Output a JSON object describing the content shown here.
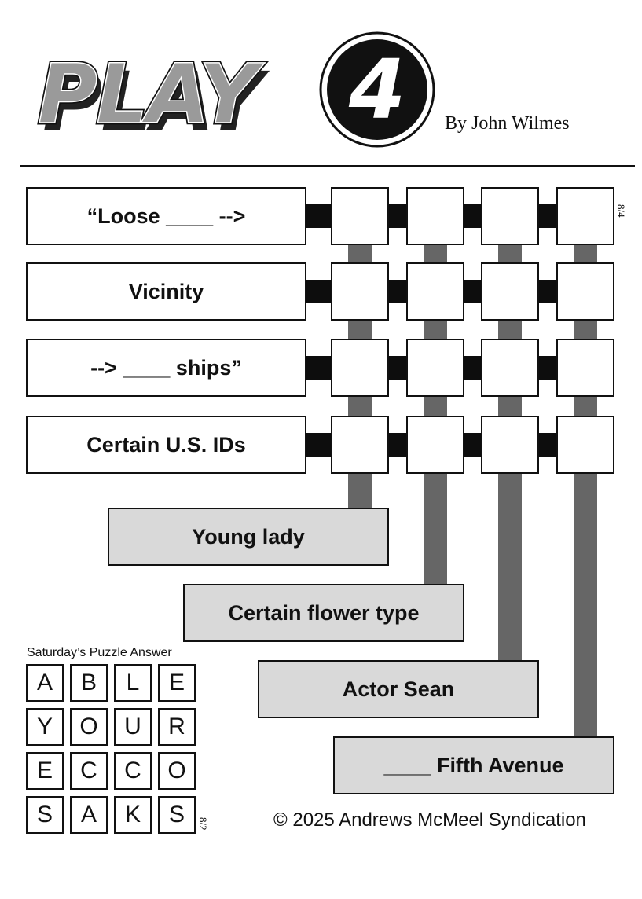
{
  "header": {
    "logo_text": "PLAY4",
    "byline": "By John Wilmes"
  },
  "across_clues": [
    "“Loose ____ -->",
    "Vicinity",
    "--> ____ ships”",
    "Certain U.S. IDs"
  ],
  "down_clues": [
    "Young lady",
    "Certain flower type",
    "Actor Sean",
    "____ Fifth Avenue"
  ],
  "puzzle_date": "8/4",
  "saturday_answer": {
    "title": "Saturday’s Puzzle Answer",
    "rows": [
      [
        "A",
        "B",
        "L",
        "E"
      ],
      [
        "Y",
        "O",
        "U",
        "R"
      ],
      [
        "E",
        "C",
        "C",
        "O"
      ],
      [
        "S",
        "A",
        "K",
        "S"
      ]
    ],
    "date": "8/2"
  },
  "copyright": "© 2025 Andrews McMeel Syndication",
  "colors": {
    "down_clue_fill": "#d9d9d9",
    "down_connector": "#666666",
    "across_connector": "#0d0d0d"
  }
}
